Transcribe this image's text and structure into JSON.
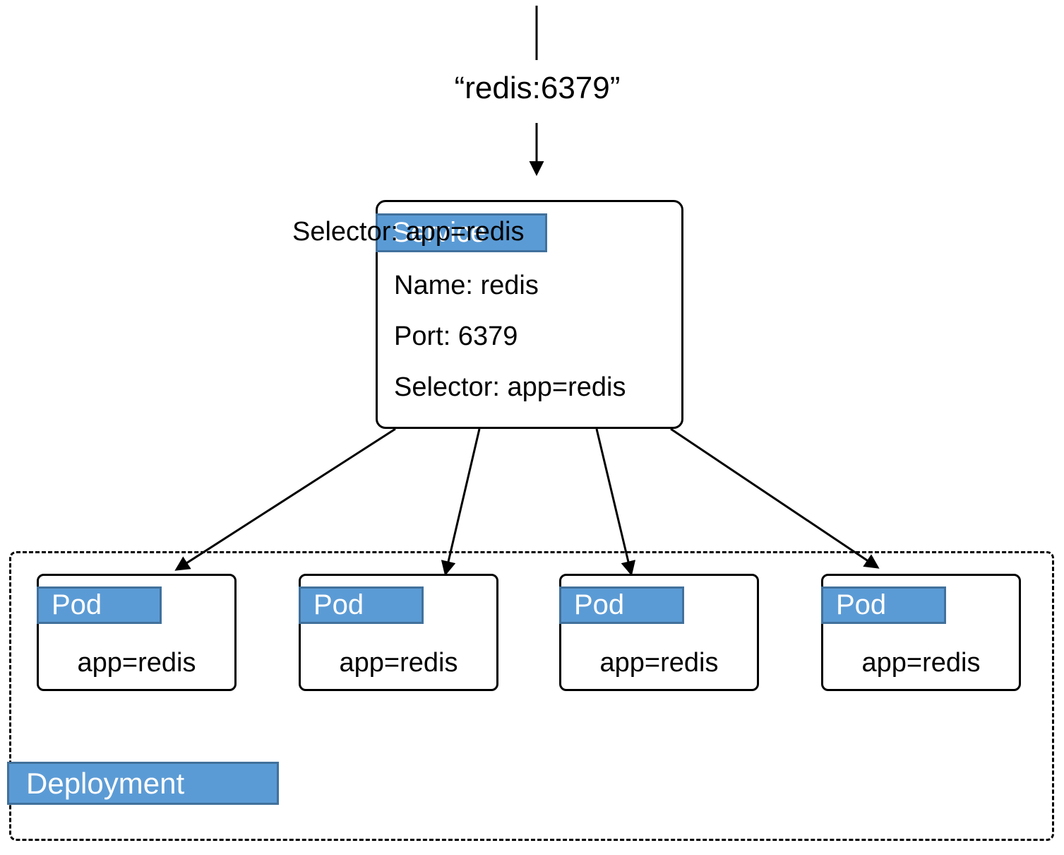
{
  "top": {
    "label": "“redis:6379”"
  },
  "service": {
    "tag": "Service",
    "lines": {
      "name": "Name: redis",
      "port": "Port: 6379",
      "selector": "Selector: app=redis"
    }
  },
  "pods": [
    {
      "tag": "Pod",
      "label": "app=redis"
    },
    {
      "tag": "Pod",
      "label": "app=redis"
    },
    {
      "tag": "Pod",
      "label": "app=redis"
    },
    {
      "tag": "Pod",
      "label": "app=redis"
    }
  ],
  "deployment": {
    "tag": "Deployment",
    "selector": "Selector: app=redis"
  },
  "colors": {
    "accent_fill": "#5B9BD5",
    "accent_border": "#41719C",
    "line": "#000000",
    "background": "#FFFFFF"
  }
}
